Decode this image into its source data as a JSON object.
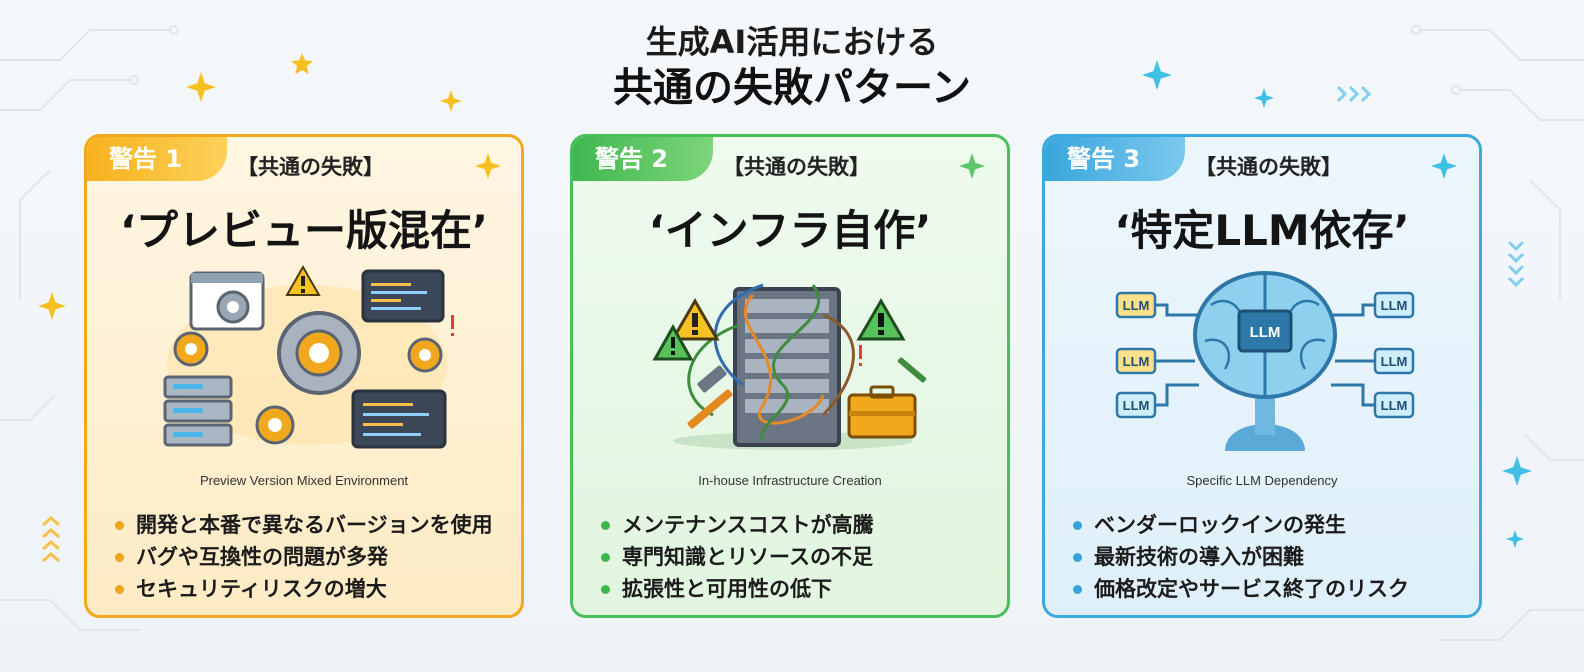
{
  "header": {
    "title_line1": "生成AI活用における",
    "title_line2": "共通の失敗パターン"
  },
  "cards": [
    {
      "badge": "警告 1",
      "kicker": "【共通の失敗】",
      "title": "‘プレビュー版混在’",
      "caption": "Preview Version Mixed Environment",
      "accent": "#f2a81d",
      "bullets": [
        "開発と本番で異なるバージョンを使用",
        "バグや互換性の問題が多発",
        "セキュリティリスクの増大"
      ]
    },
    {
      "badge": "警告 2",
      "kicker": "【共通の失敗】",
      "title": "‘インフラ自作’",
      "caption": "In-house Infrastructure Creation",
      "accent": "#48bf58",
      "bullets": [
        "メンテナンスコストが高騰",
        "専門知識とリソースの不足",
        "拡張性と可用性の低下"
      ]
    },
    {
      "badge": "警告 3",
      "kicker": "【共通の失敗】",
      "title": "‘特定LLM依存’",
      "caption": "Specific LLM Dependency",
      "accent": "#3aa9dc",
      "bullets": [
        "ベンダーロックインの発生",
        "最新技術の導入が困難",
        "価格改定やサービス終了のリスク"
      ],
      "chip_label": "LLM"
    }
  ]
}
